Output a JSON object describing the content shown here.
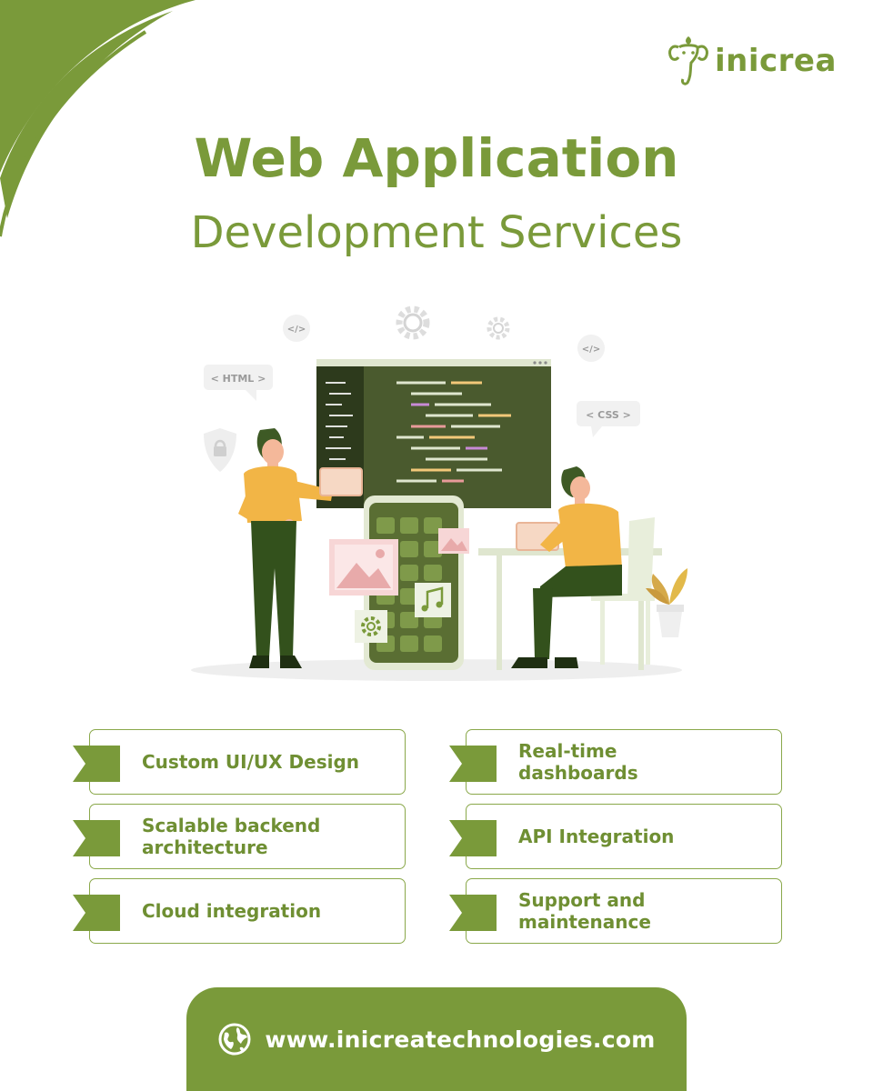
{
  "brand": {
    "name": "inicrea",
    "accent_color": "#7a9a3a",
    "logo_icon": "ganesha-logo-icon"
  },
  "heading": {
    "line1": "Web Application",
    "line2": "Development Services"
  },
  "illustration": {
    "tags": [
      "< HTML >",
      "</>",
      "</>",
      "< CSS >"
    ],
    "icons": [
      "gear-icon",
      "lock-shield-icon",
      "image-icon",
      "music-icon"
    ]
  },
  "features": [
    {
      "label": "Custom UI/UX Design"
    },
    {
      "label": "Real-time dashboards"
    },
    {
      "label": "Scalable backend architecture"
    },
    {
      "label": "API Integration"
    },
    {
      "label": "Cloud integration"
    },
    {
      "label": "Support and maintenance"
    }
  ],
  "footer": {
    "url": "www.inicreatechnologies.com",
    "icon": "globe-icon"
  }
}
